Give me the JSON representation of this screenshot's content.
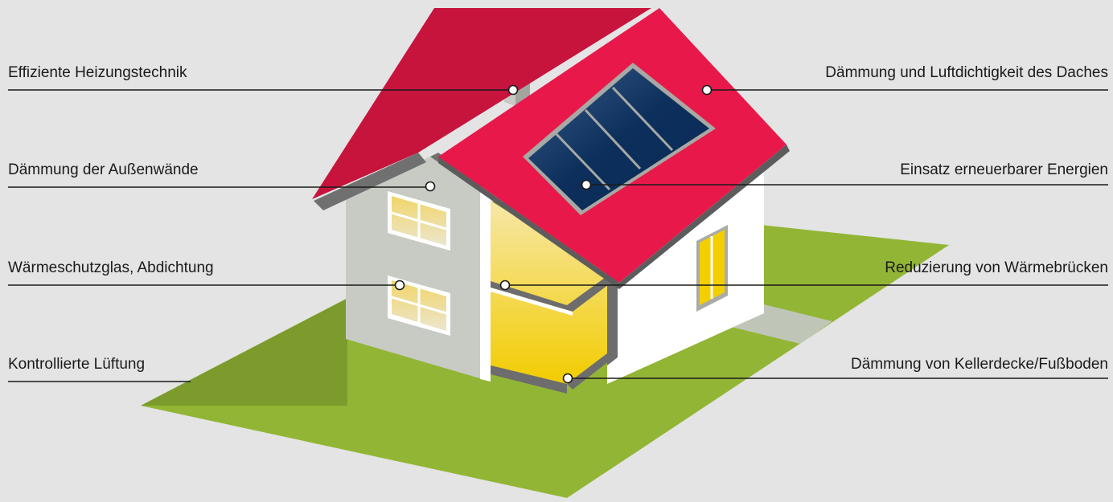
{
  "callouts_left": [
    {
      "label": "Effiziente Heizungstechnik"
    },
    {
      "label": "Dämmung der Außenwände"
    },
    {
      "label": "Wärmeschutzglas, Abdichtung"
    },
    {
      "label": "Kontrollierte Lüftung"
    }
  ],
  "callouts_right": [
    {
      "label": "Dämmung und Luftdichtigkeit des Daches"
    },
    {
      "label": "Einsatz erneuerbarer Energien"
    },
    {
      "label": "Reduzierung von Wärmebrücken"
    },
    {
      "label": "Dämmung von Kellerdecke/Fußboden"
    }
  ],
  "colors": {
    "background": "#e3e4e3",
    "lawn_light": "#93b535",
    "lawn_dark": "#7a9a2b",
    "roof": "#e8194a",
    "roof_dark": "#c6143d",
    "solar": "#0d2f5c",
    "insulation": "#f5d000",
    "wall_grey": "#c7cbc3"
  }
}
